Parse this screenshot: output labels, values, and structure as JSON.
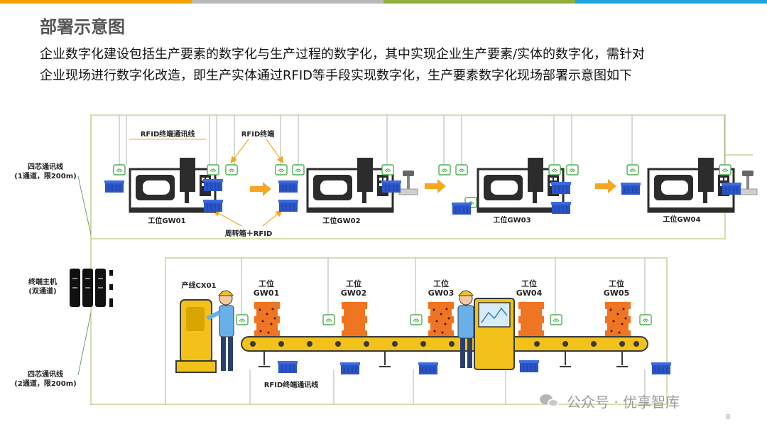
{
  "colors": {
    "accent_orange": "#f4a100",
    "accent_gray": "#b9b9b9",
    "accent_green": "#8fae3a",
    "accent_blue": "#1fa3e0",
    "arrow_orange": "#f5a623",
    "frame_green": "#b7c77a",
    "rfid_green": "#4caf50",
    "crate_blue": "#2a55c8",
    "machine_dark": "#2c2c2c",
    "conveyor_yellow": "#f2c21b",
    "workpiece_orange": "#f07522"
  },
  "header": {
    "title": "部署示意图",
    "desc_line1": "企业数字化建设包括生产要素的数字化与生产过程的数字化，其中实现企业生产要素/实体的数字化，需针对",
    "desc_line2": "企业现场进行数字化改造，即生产实体通过RFID等手段实现数字化，生产要素数字化现场部署示意图如下"
  },
  "diagram": {
    "left": {
      "line_top": "四芯通讯线\n(1通道，限200m)",
      "host": "终端主机\n(双通道)",
      "line_bottom": "四芯通讯线\n(2通道，限200m)"
    },
    "top_row": {
      "cable_label": "RFID终端通讯线",
      "terminal_label": "RFID终端",
      "crate_label": "周转箱＋RFID",
      "stations": [
        "工位GW01",
        "工位GW02",
        "工位GW03",
        "工位GW04"
      ]
    },
    "bottom_row": {
      "line_label": "产线CX01",
      "stations": [
        "工位\nGW01",
        "工位\nGW02",
        "工位\nGW03",
        "工位\nGW04",
        "工位\nGW05"
      ],
      "cable_label": "RFID终端通讯线"
    }
  },
  "watermark": {
    "text": "公众号 · 优享智库",
    "icon": "wechat-icon"
  },
  "page_number": "8"
}
